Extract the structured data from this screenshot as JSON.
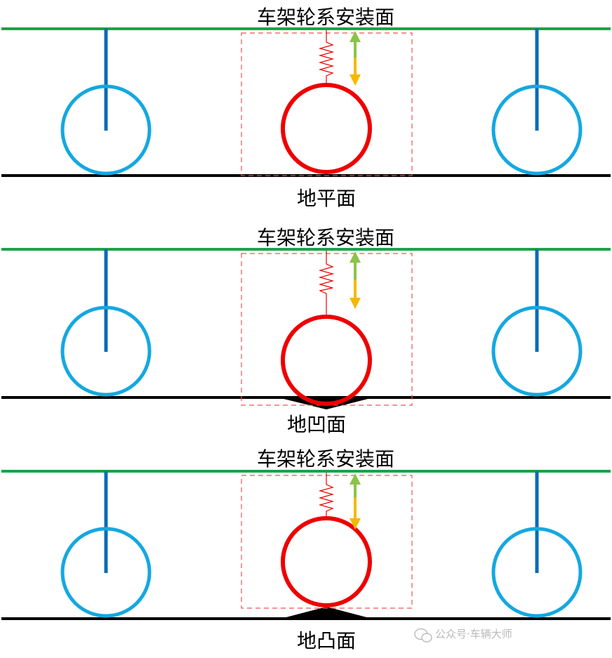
{
  "colors": {
    "frame_line": "#1aa34a",
    "ground_line": "#000000",
    "outer_wheel": "#14a8e0",
    "center_wheel": "#ee0000",
    "strut": "#0a6bb5",
    "spring": "#ee0000",
    "dashed_box": "#ee5555",
    "arrow_up": "#8bc34a",
    "arrow_down": "#f5b800",
    "road_feature": "#000000"
  },
  "panels": [
    {
      "frame_label": "车架轮系安装面",
      "ground_label": "地平面",
      "road": "flat"
    },
    {
      "frame_label": "车架轮系安装面",
      "ground_label": "地凹面",
      "road": "dip"
    },
    {
      "frame_label": "车架轮系安装面",
      "ground_label": "地凸面",
      "road": "bump"
    }
  ],
  "watermark": {
    "icon": "wechat-icon",
    "text": "公众号·车辆大师"
  }
}
